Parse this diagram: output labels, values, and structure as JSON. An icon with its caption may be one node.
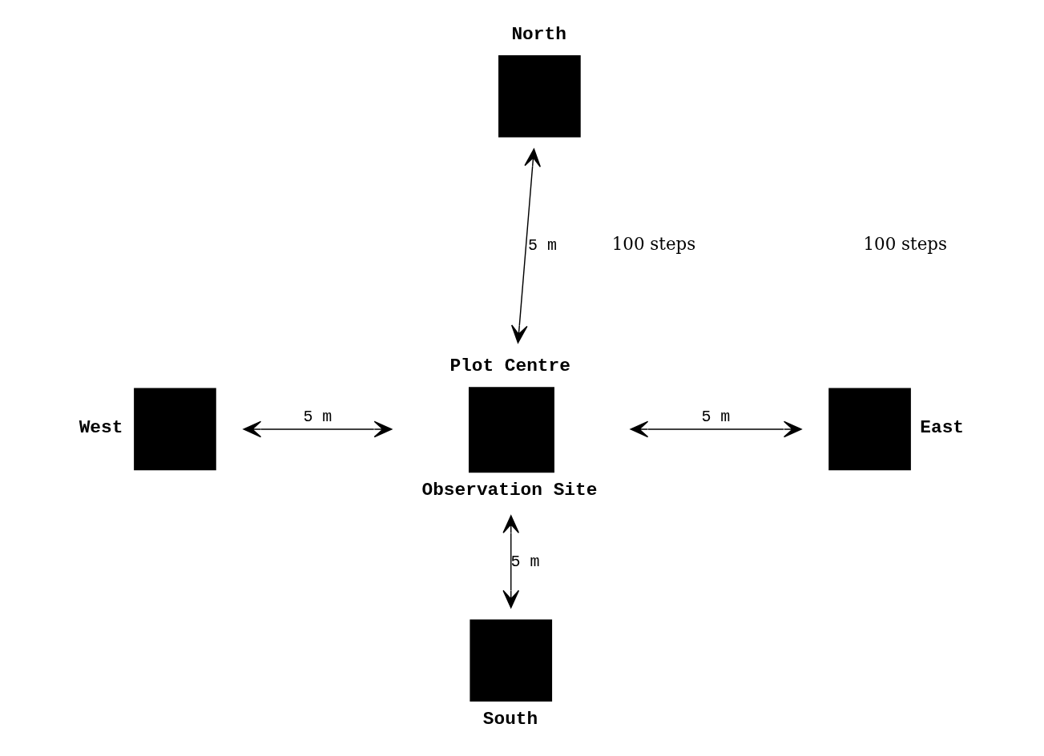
{
  "diagram": {
    "nodes": [
      {
        "text": [],
        "shape": "box",
        "beside": [
          "North"
        ]
      },
      {
        "text": [],
        "shape": "box",
        "beside": [
          "West"
        ]
      },
      {
        "text": [],
        "shape": "box",
        "beside": [
          "Plot Centre",
          "Observation Site"
        ]
      },
      {
        "text": [],
        "shape": "box",
        "beside": [
          "East"
        ]
      },
      {
        "text": [],
        "shape": "box",
        "beside": [
          "South"
        ]
      }
    ],
    "edges": [
      {
        "from": 0,
        "to": 2,
        "arrow": "both",
        "label": "5 m"
      },
      {
        "from": 1,
        "to": 2,
        "arrow": "both",
        "label": "5 m"
      },
      {
        "from": 2,
        "to": 3,
        "arrow": "both",
        "label": "5 m"
      },
      {
        "from": 2,
        "to": 4,
        "arrow": "both",
        "label": "5 m"
      }
    ],
    "labels": [
      "100 steps",
      "100 steps"
    ]
  }
}
